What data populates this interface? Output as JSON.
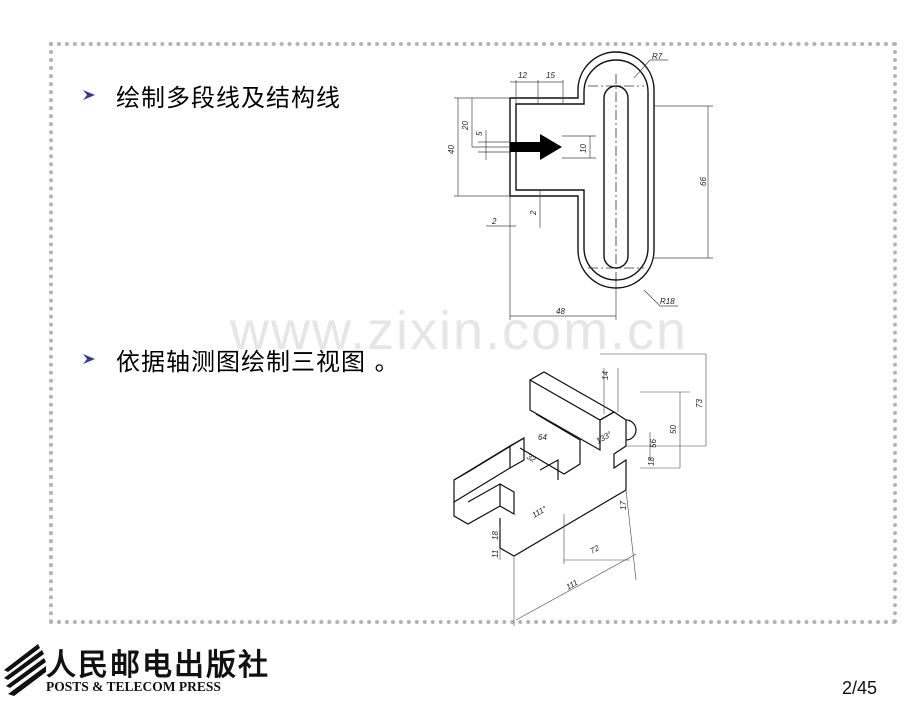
{
  "slide": {
    "bullets": [
      {
        "text": "绘制多段线及结构线"
      },
      {
        "text": "依据轴测图绘制三视图 。"
      }
    ],
    "watermark": "www.zixin.com.cn",
    "page": "2/45"
  },
  "drawing1": {
    "dims": [
      "R7",
      "12",
      "15",
      "20",
      "40",
      "5",
      "10",
      "66",
      "2",
      "2",
      "48",
      "R18"
    ]
  },
  "drawing2": {
    "dims": [
      "14",
      "73",
      "64",
      "32",
      "133°",
      "56",
      "50",
      "18",
      "17",
      "111°",
      "11",
      "18",
      "72",
      "111"
    ]
  },
  "publisher": {
    "name_cn": "人民邮电出版社",
    "name_en": "POSTS & TELECOM PRESS"
  },
  "colors": {
    "bullet_arrow": "#3a3a8c",
    "frame": "#b3b3b3"
  }
}
